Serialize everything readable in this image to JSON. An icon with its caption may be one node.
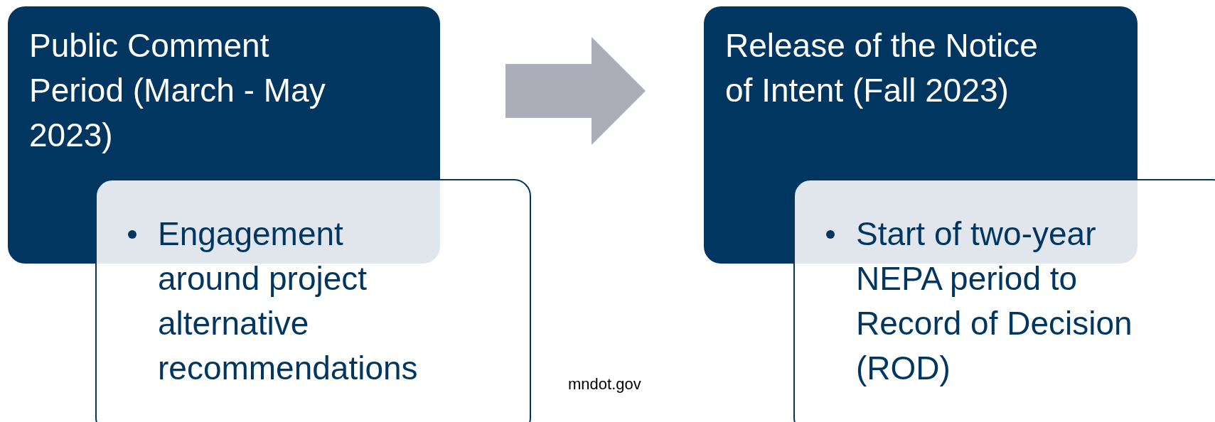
{
  "diagram": {
    "nodes": [
      {
        "text": [
          "Public Comment Period (March - May 2023)"
        ]
      },
      {
        "text": [
          "Engagement around project alternative recommendations"
        ]
      },
      {
        "text": [
          "Release of the Notice of Intent (Fall 2023)"
        ]
      },
      {
        "text": [
          "Start of two-year NEPA period to Record of Decision (ROD)"
        ]
      }
    ],
    "edges": [
      {
        "from": 0,
        "to": 2,
        "arrow": "to"
      }
    ],
    "labels": [
      "mndot.gov"
    ]
  }
}
